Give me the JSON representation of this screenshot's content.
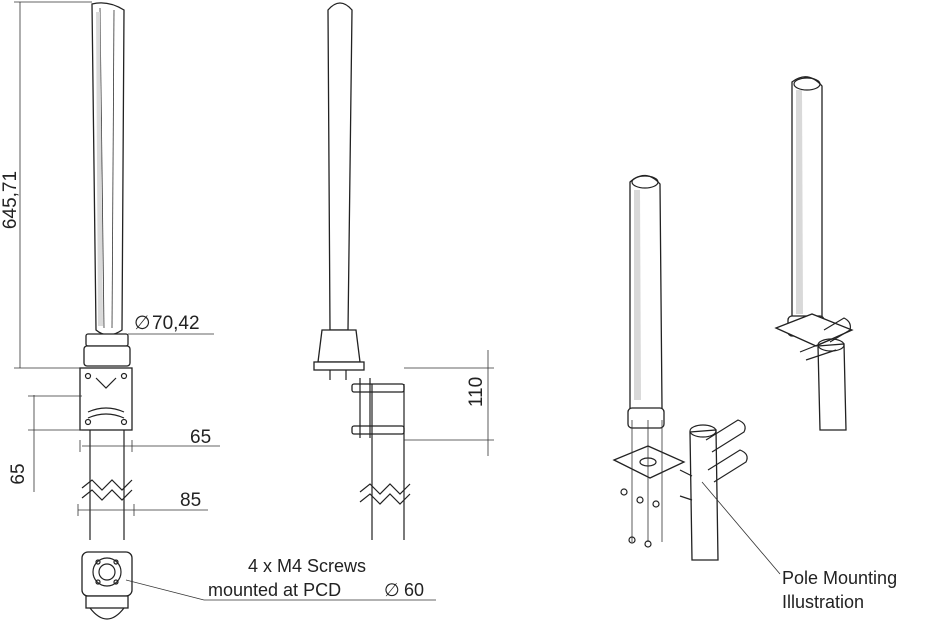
{
  "dimensions": {
    "height": "645,71",
    "diameter": "70,42",
    "width_65_h": "65",
    "width_65_v": "65",
    "width_85": "85",
    "bracket_110": "110",
    "diameter_symbol": "∅"
  },
  "notes": {
    "screws_line1": "4 x M4 Screws",
    "screws_line2": "mounted at PCD",
    "screws_pcd": "60",
    "pole_mount_line1": "Pole Mounting",
    "pole_mount_line2": "Illustration"
  }
}
